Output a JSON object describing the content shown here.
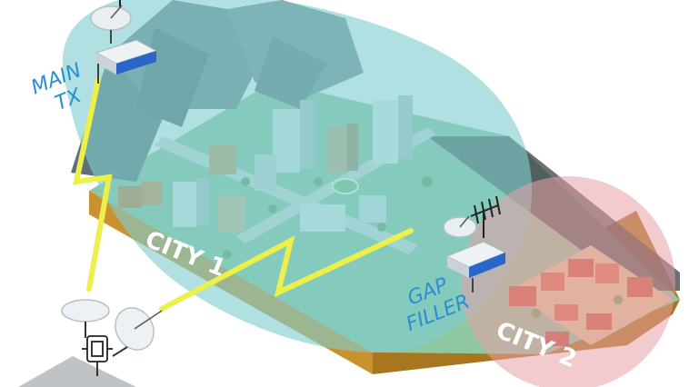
{
  "labels": {
    "main_tx_line1": "MAIN",
    "main_tx_line2": "TX",
    "gap_filler_line1": "GAP",
    "gap_filler_line2": "FILLER",
    "city1": "CITY 1",
    "city2": "CITY 2"
  },
  "colors": {
    "coverage_main": "#7fcdcf",
    "coverage_gap": "#e8a0a6",
    "link_line": "#eef04a",
    "ground_top": "#8fc7a0",
    "ground_side": "#c9922e",
    "label_blue": "#2a8fd0",
    "mountain": "#5d6f78"
  },
  "icons": [
    "satellite-dish-icon",
    "transmitter-unit-icon",
    "yagi-antenna-icon",
    "ground-station-icon"
  ]
}
